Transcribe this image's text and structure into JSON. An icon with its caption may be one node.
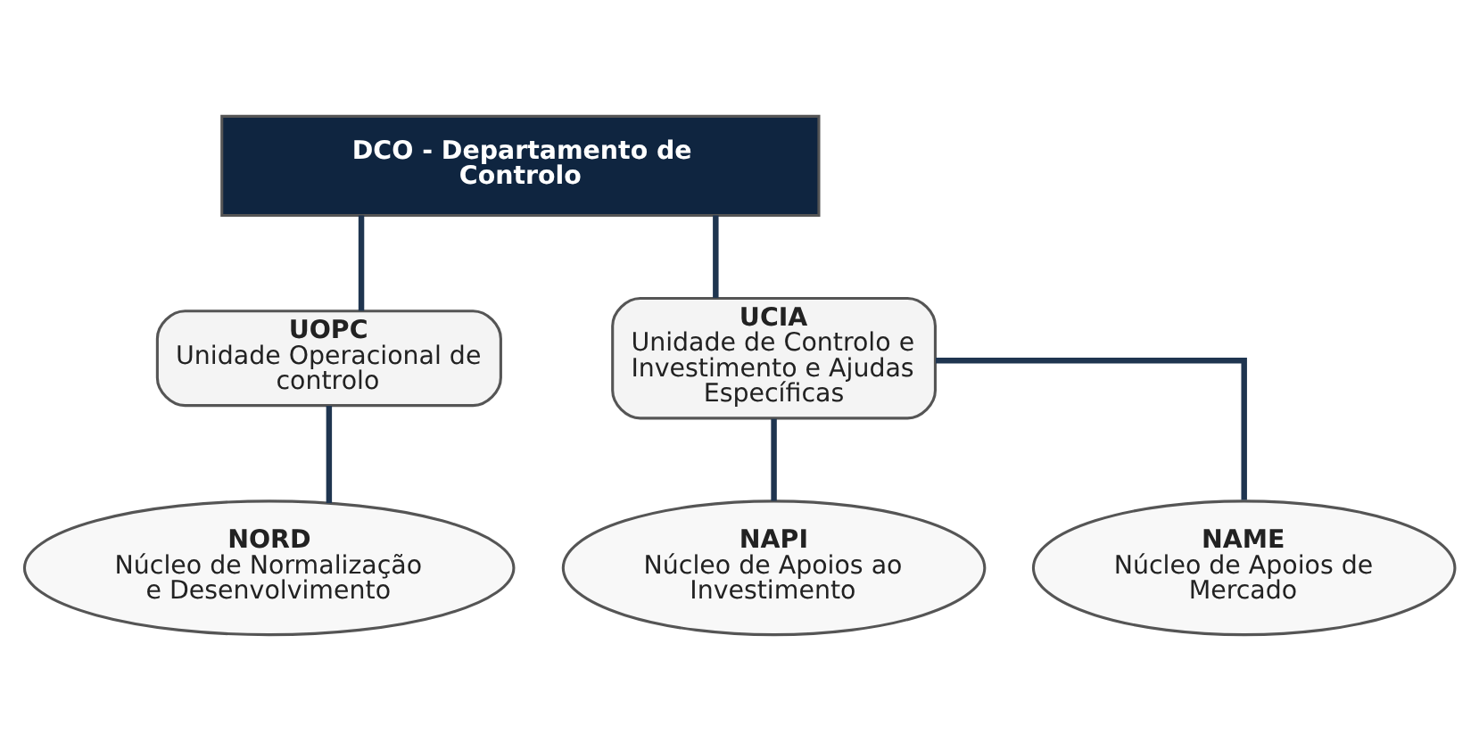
{
  "diagram": {
    "nodes": [
      {
        "text": [
          "DCO - Departamento de Controlo"
        ]
      },
      {
        "text": [
          "UOPC",
          "Unidade Operacional de controlo"
        ]
      },
      {
        "text": [
          "UCIA",
          "Unidade de Controlo e Investimento e Ajudas Específicas"
        ]
      },
      {
        "text": [
          "NORD",
          "Núcleo de Normalização e Desenvolvimento"
        ]
      },
      {
        "text": [
          "NAPI",
          "Núcleo de Apoios ao Investimento"
        ]
      },
      {
        "text": [
          "NAME",
          "Núcleo de Apoios de Mercado"
        ]
      }
    ],
    "edges": [
      {
        "from": 0,
        "to": 1,
        "arrow": "none"
      },
      {
        "from": 0,
        "to": 2,
        "arrow": "none"
      },
      {
        "from": 1,
        "to": 3,
        "arrow": "none"
      },
      {
        "from": 2,
        "to": 4,
        "arrow": "none"
      },
      {
        "from": 2,
        "to": 5,
        "arrow": "none"
      }
    ]
  }
}
